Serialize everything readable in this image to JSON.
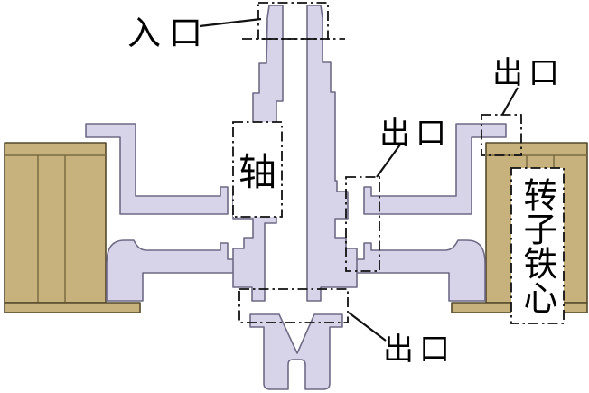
{
  "figure": {
    "type": "engineering-cross-section",
    "labels": {
      "inlet": "入口",
      "shaft": "轴",
      "outlet_middle": "出口",
      "outlet_top_right": "出口",
      "outlet_bottom": "出口",
      "rotor_core": "转子铁心"
    },
    "colors": {
      "shaft_metal_fill": "#d7d3e8",
      "shaft_metal_outline": "#6f6a85",
      "rotor_core_fill": "#c7b17c",
      "rotor_core_outline": "#55492c",
      "annotation_line": "#111111",
      "background": "#ffffff"
    }
  }
}
